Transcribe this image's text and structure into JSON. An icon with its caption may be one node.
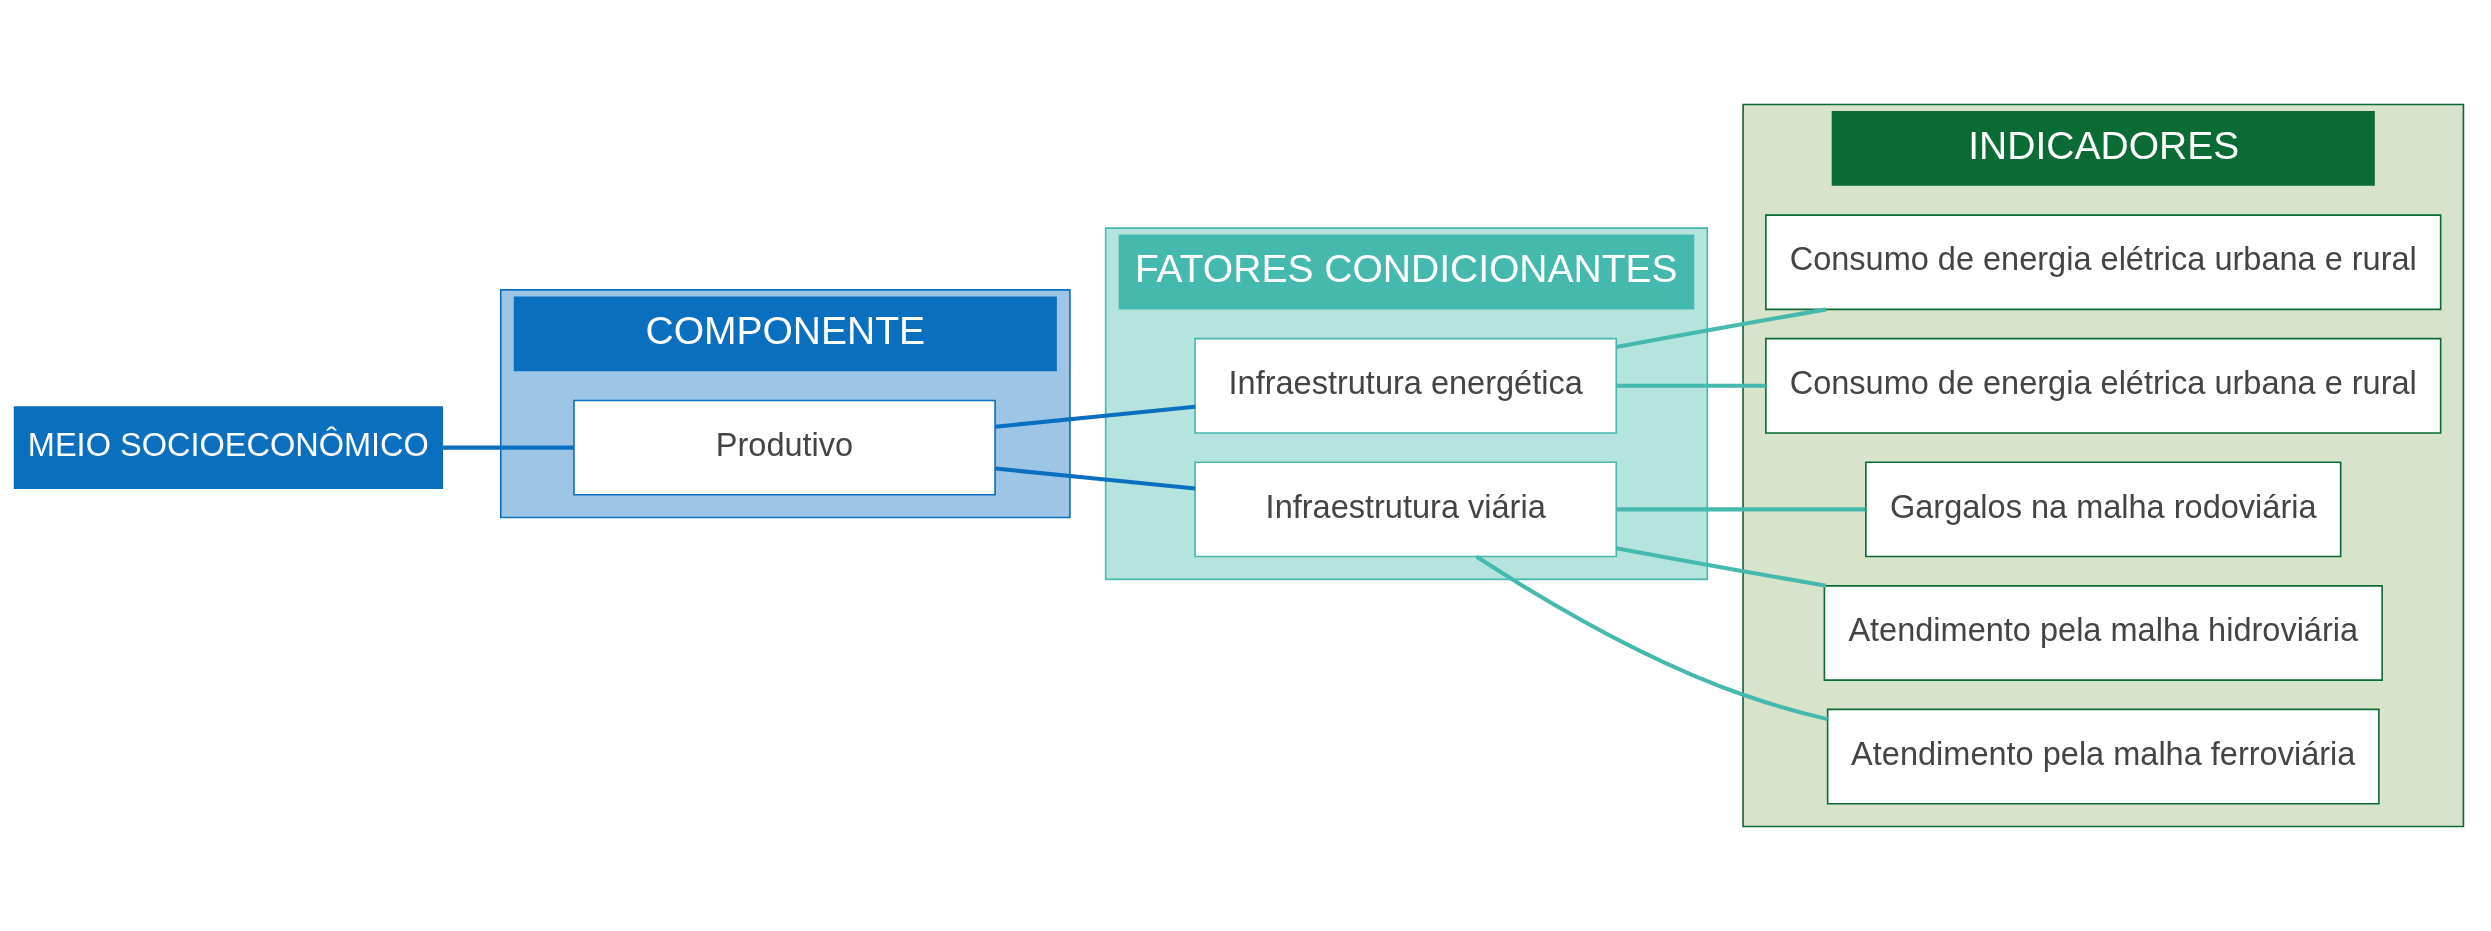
{
  "diagram": {
    "nodes": [
      {
        "text": [
          "MEIO SOCIOECONÔMICO"
        ]
      },
      {
        "text": [
          "COMPONENTE"
        ]
      },
      {
        "text": [
          "Produtivo"
        ],
        "in": 1
      },
      {
        "text": [
          "FATORES CONDICIONANTES"
        ]
      },
      {
        "text": [
          "Infraestrutura energética"
        ],
        "in": 3
      },
      {
        "text": [
          "Infraestrutura viária"
        ],
        "in": 3
      },
      {
        "text": [
          "INDICADORES"
        ]
      },
      {
        "text": [
          "Consumo de energia elétrica urbana e rural"
        ],
        "in": 6
      },
      {
        "text": [
          "Consumo de energia elétrica urbana e rural"
        ],
        "in": 6
      },
      {
        "text": [
          "Gargalos na malha rodoviária"
        ],
        "in": 6
      },
      {
        "text": [
          "Atendimento pela malha hidroviária"
        ],
        "in": 6
      },
      {
        "text": [
          "Atendimento pela malha ferroviária"
        ],
        "in": 6
      }
    ],
    "edges": [
      {
        "from": 0,
        "to": 2,
        "arrow": "none",
        "color": "#0b6fc0"
      },
      {
        "from": 2,
        "to": 4,
        "arrow": "none",
        "color": "#0b6fc0"
      },
      {
        "from": 2,
        "to": 5,
        "arrow": "none",
        "color": "#0b6fc0"
      },
      {
        "from": 4,
        "to": 7,
        "arrow": "none"
      },
      {
        "from": 4,
        "to": 8,
        "arrow": "none"
      },
      {
        "from": 5,
        "to": 9,
        "arrow": "none"
      },
      {
        "from": 5,
        "to": 10,
        "arrow": "none"
      },
      {
        "from": 5,
        "to": 11,
        "arrow": "none"
      }
    ]
  }
}
